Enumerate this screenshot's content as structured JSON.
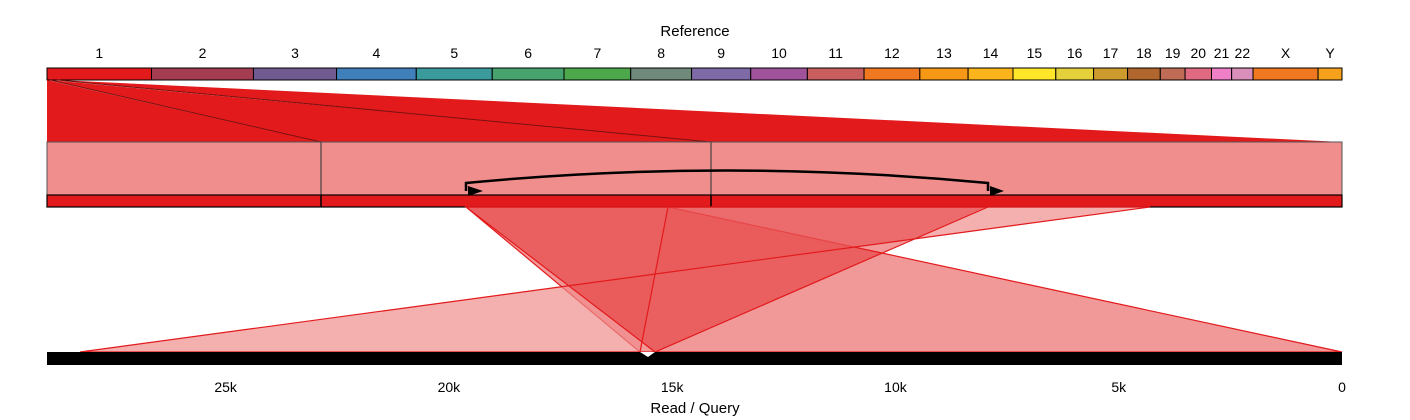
{
  "reference_label": "Reference",
  "query_label": "Read / Query",
  "chromosomes": [
    {
      "name": "1",
      "length": 249,
      "color": "#e31a1c"
    },
    {
      "name": "2",
      "length": 243,
      "color": "#a43d52"
    },
    {
      "name": "3",
      "length": 198,
      "color": "#6f5b8f"
    },
    {
      "name": "4",
      "length": 190,
      "color": "#3f80ba"
    },
    {
      "name": "5",
      "length": 181,
      "color": "#3a9a9c"
    },
    {
      "name": "6",
      "length": 171,
      "color": "#46a36e"
    },
    {
      "name": "7",
      "length": 159,
      "color": "#4ca84a"
    },
    {
      "name": "8",
      "length": 145,
      "color": "#6f8a7a"
    },
    {
      "name": "9",
      "length": 141,
      "color": "#7e6aa6"
    },
    {
      "name": "10",
      "length": 135,
      "color": "#a0539a"
    },
    {
      "name": "11",
      "length": 135,
      "color": "#c95e5e"
    },
    {
      "name": "12",
      "length": 133,
      "color": "#f07820"
    },
    {
      "name": "13",
      "length": 115,
      "color": "#f79716"
    },
    {
      "name": "14",
      "length": 107,
      "color": "#fbb41c"
    },
    {
      "name": "15",
      "length": 102,
      "color": "#ffe629"
    },
    {
      "name": "16",
      "length": 90,
      "color": "#e3d03a"
    },
    {
      "name": "17",
      "length": 81,
      "color": "#cd9a2e"
    },
    {
      "name": "18",
      "length": 78,
      "color": "#b0662d"
    },
    {
      "name": "19",
      "length": 59,
      "color": "#c06b55"
    },
    {
      "name": "20",
      "length": 63,
      "color": "#df6a82"
    },
    {
      "name": "21",
      "length": 48,
      "color": "#ef7fc7"
    },
    {
      "name": "22",
      "length": 51,
      "color": "#d98fba"
    },
    {
      "name": "X",
      "length": 155,
      "color": "#f07820"
    },
    {
      "name": "Y",
      "length": 57,
      "color": "#f6a11c"
    }
  ],
  "query_axis": {
    "ticks": [
      "25k",
      "20k",
      "15k",
      "10k",
      "5k",
      "0"
    ],
    "tick_values": [
      25000,
      20000,
      15000,
      10000,
      5000,
      0
    ],
    "max": 29000
  },
  "colors": {
    "chr1": "#e31a1c",
    "zoom_fill": "#f08d8d",
    "alignment_fill": "#f08d8d",
    "query_bar": "#000000"
  }
}
